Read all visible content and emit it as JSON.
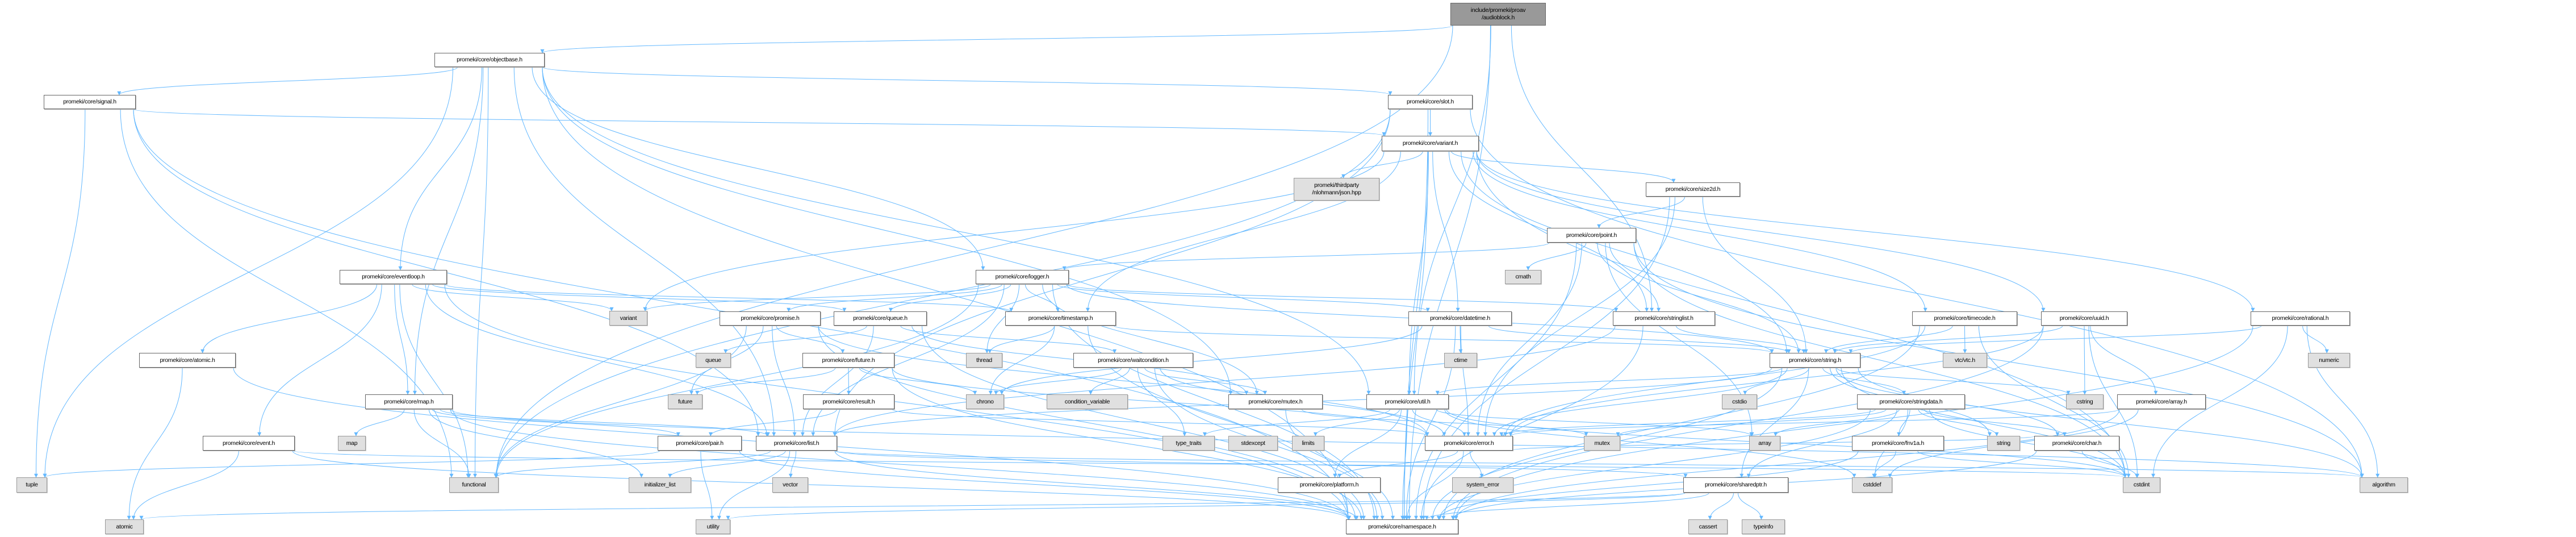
{
  "colors": {
    "edge": "#63b8ff",
    "root_fill": "#999999",
    "external_fill": "#e0e0e0",
    "internal_fill": "#ffffff"
  },
  "nodes": [
    {
      "id": "audioblock",
      "label": "include/promeki/proav\n/audioblock.h",
      "kind": "root"
    },
    {
      "id": "objectbase",
      "label": "promeki/core/objectbase.h",
      "kind": "internal"
    },
    {
      "id": "signal",
      "label": "promeki/core/signal.h",
      "kind": "internal"
    },
    {
      "id": "slot",
      "label": "promeki/core/slot.h",
      "kind": "internal"
    },
    {
      "id": "variant_h",
      "label": "promeki/core/variant.h",
      "kind": "internal"
    },
    {
      "id": "json",
      "label": "promeki/thirdparty\n/nlohmann/json.hpp",
      "kind": "external"
    },
    {
      "id": "size2d",
      "label": "promeki/core/size2d.h",
      "kind": "internal"
    },
    {
      "id": "point",
      "label": "promeki/core/point.h",
      "kind": "internal"
    },
    {
      "id": "eventloop",
      "label": "promeki/core/eventloop.h",
      "kind": "internal"
    },
    {
      "id": "logger",
      "label": "promeki/core/logger.h",
      "kind": "internal"
    },
    {
      "id": "cmath",
      "label": "cmath",
      "kind": "external"
    },
    {
      "id": "variant_std",
      "label": "variant",
      "kind": "external"
    },
    {
      "id": "promise",
      "label": "promeki/core/promise.h",
      "kind": "internal"
    },
    {
      "id": "queue_h",
      "label": "promeki/core/queue.h",
      "kind": "internal"
    },
    {
      "id": "timestamp",
      "label": "promeki/core/timestamp.h",
      "kind": "internal"
    },
    {
      "id": "datetime",
      "label": "promeki/core/datetime.h",
      "kind": "internal"
    },
    {
      "id": "stringlist",
      "label": "promeki/core/stringlist.h",
      "kind": "internal"
    },
    {
      "id": "timecode",
      "label": "promeki/core/timecode.h",
      "kind": "internal"
    },
    {
      "id": "uuid",
      "label": "promeki/core/uuid.h",
      "kind": "internal"
    },
    {
      "id": "rational",
      "label": "promeki/core/rational.h",
      "kind": "internal"
    },
    {
      "id": "atomic_h",
      "label": "promeki/core/atomic.h",
      "kind": "internal"
    },
    {
      "id": "queue_std",
      "label": "queue",
      "kind": "external"
    },
    {
      "id": "future_h",
      "label": "promeki/core/future.h",
      "kind": "internal"
    },
    {
      "id": "thread",
      "label": "thread",
      "kind": "external"
    },
    {
      "id": "waitcondition",
      "label": "promeki/core/waitcondition.h",
      "kind": "internal"
    },
    {
      "id": "ctime",
      "label": "ctime",
      "kind": "external"
    },
    {
      "id": "string_h",
      "label": "promeki/core/string.h",
      "kind": "internal"
    },
    {
      "id": "vtc",
      "label": "vtc/vtc.h",
      "kind": "external"
    },
    {
      "id": "numeric",
      "label": "numeric",
      "kind": "external"
    },
    {
      "id": "map_h",
      "label": "promeki/core/map.h",
      "kind": "internal"
    },
    {
      "id": "future_std",
      "label": "future",
      "kind": "external"
    },
    {
      "id": "result",
      "label": "promeki/core/result.h",
      "kind": "internal"
    },
    {
      "id": "chrono",
      "label": "chrono",
      "kind": "external"
    },
    {
      "id": "condvar",
      "label": "condition_variable",
      "kind": "external"
    },
    {
      "id": "mutex_h",
      "label": "promeki/core/mutex.h",
      "kind": "internal"
    },
    {
      "id": "util",
      "label": "promeki/core/util.h",
      "kind": "internal"
    },
    {
      "id": "cstdio",
      "label": "cstdio",
      "kind": "external"
    },
    {
      "id": "stringdata",
      "label": "promeki/core/stringdata.h",
      "kind": "internal"
    },
    {
      "id": "cstring",
      "label": "cstring",
      "kind": "external"
    },
    {
      "id": "array_h",
      "label": "promeki/core/array.h",
      "kind": "internal"
    },
    {
      "id": "event",
      "label": "promeki/core/event.h",
      "kind": "internal"
    },
    {
      "id": "map_std",
      "label": "map",
      "kind": "external"
    },
    {
      "id": "pair",
      "label": "promeki/core/pair.h",
      "kind": "internal"
    },
    {
      "id": "list",
      "label": "promeki/core/list.h",
      "kind": "internal"
    },
    {
      "id": "type_traits",
      "label": "type_traits",
      "kind": "external"
    },
    {
      "id": "stdexcept",
      "label": "stdexcept",
      "kind": "external"
    },
    {
      "id": "limits",
      "label": "limits",
      "kind": "external"
    },
    {
      "id": "error",
      "label": "promeki/core/error.h",
      "kind": "internal"
    },
    {
      "id": "mutex_std",
      "label": "mutex",
      "kind": "external"
    },
    {
      "id": "array_std",
      "label": "array",
      "kind": "external"
    },
    {
      "id": "fnv1a",
      "label": "promeki/core/fnv1a.h",
      "kind": "internal"
    },
    {
      "id": "string_std",
      "label": "string",
      "kind": "external"
    },
    {
      "id": "char_h",
      "label": "promeki/core/char.h",
      "kind": "internal"
    },
    {
      "id": "tuple",
      "label": "tuple",
      "kind": "external"
    },
    {
      "id": "functional",
      "label": "functional",
      "kind": "external"
    },
    {
      "id": "initializer_list",
      "label": "initializer_list",
      "kind": "external"
    },
    {
      "id": "vector",
      "label": "vector",
      "kind": "external"
    },
    {
      "id": "platform",
      "label": "promeki/core/platform.h",
      "kind": "internal"
    },
    {
      "id": "system_error",
      "label": "system_error",
      "kind": "external"
    },
    {
      "id": "sharedptr",
      "label": "promeki/core/sharedptr.h",
      "kind": "internal"
    },
    {
      "id": "cstddef",
      "label": "cstddef",
      "kind": "external"
    },
    {
      "id": "cstdint",
      "label": "cstdint",
      "kind": "external"
    },
    {
      "id": "algorithm",
      "label": "algorithm",
      "kind": "external"
    },
    {
      "id": "atomic_std",
      "label": "atomic",
      "kind": "external"
    },
    {
      "id": "utility",
      "label": "utility",
      "kind": "external"
    },
    {
      "id": "namespace",
      "label": "promeki/core/namespace.h",
      "kind": "internal"
    },
    {
      "id": "cassert",
      "label": "cassert",
      "kind": "external"
    },
    {
      "id": "typeinfo",
      "label": "typeinfo",
      "kind": "external"
    }
  ],
  "edges": [
    [
      "audioblock",
      "objectbase"
    ],
    [
      "audioblock",
      "functional"
    ],
    [
      "audioblock",
      "stringlist"
    ],
    [
      "audioblock",
      "namespace"
    ],
    [
      "audioblock",
      "util"
    ],
    [
      "objectbase",
      "signal"
    ],
    [
      "objectbase",
      "slot"
    ],
    [
      "objectbase",
      "eventloop"
    ],
    [
      "objectbase",
      "logger"
    ],
    [
      "objectbase",
      "list"
    ],
    [
      "objectbase",
      "map_h"
    ],
    [
      "objectbase",
      "mutex_h"
    ],
    [
      "objectbase",
      "util"
    ],
    [
      "objectbase",
      "tuple"
    ],
    [
      "objectbase",
      "functional"
    ],
    [
      "objectbase",
      "namespace"
    ],
    [
      "signal",
      "variant_h"
    ],
    [
      "signal",
      "tuple"
    ],
    [
      "signal",
      "functional"
    ],
    [
      "signal",
      "list"
    ],
    [
      "signal",
      "namespace"
    ],
    [
      "slot",
      "variant_h"
    ],
    [
      "slot",
      "functional"
    ],
    [
      "slot",
      "algorithm"
    ],
    [
      "slot",
      "namespace"
    ],
    [
      "slot",
      "list"
    ],
    [
      "variant_h",
      "json"
    ],
    [
      "variant_h",
      "size2d"
    ],
    [
      "variant_h",
      "string_h"
    ],
    [
      "variant_h",
      "datetime"
    ],
    [
      "variant_h",
      "timestamp"
    ],
    [
      "variant_h",
      "timecode"
    ],
    [
      "variant_h",
      "uuid"
    ],
    [
      "variant_h",
      "rational"
    ],
    [
      "variant_h",
      "stringlist"
    ],
    [
      "variant_h",
      "util"
    ],
    [
      "variant_h",
      "variant_std"
    ],
    [
      "variant_h",
      "namespace"
    ],
    [
      "variant_h",
      "cstdint"
    ],
    [
      "size2d",
      "point"
    ],
    [
      "size2d",
      "string_h"
    ],
    [
      "size2d",
      "namespace"
    ],
    [
      "size2d",
      "error"
    ],
    [
      "point",
      "logger"
    ],
    [
      "point",
      "cmath"
    ],
    [
      "point",
      "stringlist"
    ],
    [
      "point",
      "string_h"
    ],
    [
      "point",
      "error"
    ],
    [
      "point",
      "namespace"
    ],
    [
      "point",
      "array_std"
    ],
    [
      "point",
      "cstdint"
    ],
    [
      "point",
      "algorithm"
    ],
    [
      "logger",
      "promise"
    ],
    [
      "logger",
      "queue_h"
    ],
    [
      "logger",
      "timestamp"
    ],
    [
      "logger",
      "thread"
    ],
    [
      "logger",
      "mutex_h"
    ],
    [
      "logger",
      "stringlist"
    ],
    [
      "logger",
      "string_h"
    ],
    [
      "logger",
      "datetime"
    ],
    [
      "logger",
      "list"
    ],
    [
      "logger",
      "namespace"
    ],
    [
      "logger",
      "functional"
    ],
    [
      "logger",
      "variant_std"
    ],
    [
      "eventloop",
      "atomic_h"
    ],
    [
      "eventloop",
      "map_h"
    ],
    [
      "eventloop",
      "event"
    ],
    [
      "eventloop",
      "queue_h"
    ],
    [
      "eventloop",
      "list"
    ],
    [
      "eventloop",
      "functional"
    ],
    [
      "eventloop",
      "variant_std"
    ],
    [
      "eventloop",
      "namespace"
    ],
    [
      "eventloop",
      "timestamp"
    ],
    [
      "atomic_h",
      "atomic_std"
    ],
    [
      "atomic_h",
      "namespace"
    ],
    [
      "map_h",
      "map_std"
    ],
    [
      "map_h",
      "list"
    ],
    [
      "map_h",
      "pair"
    ],
    [
      "map_h",
      "initializer_list"
    ],
    [
      "map_h",
      "functional"
    ],
    [
      "map_h",
      "namespace"
    ],
    [
      "map_h",
      "algorithm"
    ],
    [
      "event",
      "atomic_std"
    ],
    [
      "event",
      "namespace"
    ],
    [
      "event",
      "cstdint"
    ],
    [
      "promise",
      "future_h"
    ],
    [
      "promise",
      "future_std"
    ],
    [
      "promise",
      "list"
    ],
    [
      "promise",
      "functional"
    ],
    [
      "promise",
      "namespace"
    ],
    [
      "promise",
      "error"
    ],
    [
      "queue_h",
      "queue_std"
    ],
    [
      "queue_h",
      "waitcondition"
    ],
    [
      "queue_h",
      "mutex_h"
    ],
    [
      "queue_h",
      "list"
    ],
    [
      "queue_h",
      "namespace"
    ],
    [
      "future_h",
      "future_std"
    ],
    [
      "future_h",
      "result"
    ],
    [
      "future_h",
      "chrono"
    ],
    [
      "future_h",
      "error"
    ],
    [
      "future_h",
      "namespace"
    ],
    [
      "result",
      "pair"
    ],
    [
      "result",
      "error"
    ],
    [
      "timestamp",
      "thread"
    ],
    [
      "timestamp",
      "chrono"
    ],
    [
      "timestamp",
      "string_h"
    ],
    [
      "timestamp",
      "namespace"
    ],
    [
      "waitcondition",
      "chrono"
    ],
    [
      "waitcondition",
      "condvar"
    ],
    [
      "waitcondition",
      "mutex_h"
    ],
    [
      "waitcondition",
      "type_traits"
    ],
    [
      "waitcondition",
      "error"
    ],
    [
      "waitcondition",
      "namespace"
    ],
    [
      "mutex_h",
      "mutex_std"
    ],
    [
      "mutex_h",
      "namespace"
    ],
    [
      "list",
      "vector"
    ],
    [
      "list",
      "initializer_list"
    ],
    [
      "list",
      "algorithm"
    ],
    [
      "list",
      "functional"
    ],
    [
      "list",
      "namespace"
    ],
    [
      "list",
      "sharedptr"
    ],
    [
      "list",
      "utility"
    ],
    [
      "pair",
      "utility"
    ],
    [
      "pair",
      "tuple"
    ],
    [
      "pair",
      "namespace"
    ],
    [
      "datetime",
      "ctime"
    ],
    [
      "datetime",
      "error"
    ],
    [
      "datetime",
      "string_h"
    ],
    [
      "datetime",
      "namespace"
    ],
    [
      "datetime",
      "chrono"
    ],
    [
      "stringlist",
      "string_h"
    ],
    [
      "stringlist",
      "list"
    ],
    [
      "stringlist",
      "namespace"
    ],
    [
      "timecode",
      "vtc"
    ],
    [
      "timecode",
      "string_h"
    ],
    [
      "timecode",
      "error"
    ],
    [
      "timecode",
      "cstdint"
    ],
    [
      "timecode",
      "namespace"
    ],
    [
      "uuid",
      "cstring"
    ],
    [
      "uuid",
      "array_h"
    ],
    [
      "uuid",
      "string_h"
    ],
    [
      "uuid",
      "error"
    ],
    [
      "uuid",
      "cstdint"
    ],
    [
      "uuid",
      "namespace"
    ],
    [
      "rational",
      "numeric"
    ],
    [
      "rational",
      "algorithm"
    ],
    [
      "rational",
      "string_h"
    ],
    [
      "rational",
      "cstdint"
    ],
    [
      "rational",
      "namespace"
    ],
    [
      "string_h",
      "util"
    ],
    [
      "string_h",
      "stringdata"
    ],
    [
      "string_h",
      "cstdio"
    ],
    [
      "string_h",
      "char_h"
    ],
    [
      "string_h",
      "string_std"
    ],
    [
      "string_h",
      "sharedptr"
    ],
    [
      "string_h",
      "error"
    ],
    [
      "string_h",
      "list"
    ],
    [
      "string_h",
      "namespace"
    ],
    [
      "string_h",
      "cstring"
    ],
    [
      "string_h",
      "cstdint"
    ],
    [
      "string_h",
      "algorithm"
    ],
    [
      "util",
      "error"
    ],
    [
      "util",
      "platform"
    ],
    [
      "util",
      "limits"
    ],
    [
      "util",
      "namespace"
    ],
    [
      "util",
      "array_std"
    ],
    [
      "util",
      "cstdint"
    ],
    [
      "util",
      "type_traits"
    ],
    [
      "util",
      "cstddef"
    ],
    [
      "stringdata",
      "fnv1a"
    ],
    [
      "stringdata",
      "sharedptr"
    ],
    [
      "stringdata",
      "char_h"
    ],
    [
      "stringdata",
      "string_std"
    ],
    [
      "stringdata",
      "error"
    ],
    [
      "stringdata",
      "mutex_std"
    ],
    [
      "stringdata",
      "array_std"
    ],
    [
      "stringdata",
      "cstddef"
    ],
    [
      "stringdata",
      "cstdint"
    ],
    [
      "stringdata",
      "namespace"
    ],
    [
      "fnv1a",
      "cstddef"
    ],
    [
      "fnv1a",
      "cstdint"
    ],
    [
      "fnv1a",
      "namespace"
    ],
    [
      "char_h",
      "cstdint"
    ],
    [
      "char_h",
      "namespace"
    ],
    [
      "char_h",
      "error"
    ],
    [
      "array_h",
      "namespace"
    ],
    [
      "array_h",
      "cstddef"
    ],
    [
      "array_h",
      "error"
    ],
    [
      "error",
      "system_error"
    ],
    [
      "error",
      "platform"
    ],
    [
      "error",
      "namespace"
    ],
    [
      "sharedptr",
      "cassert"
    ],
    [
      "sharedptr",
      "typeinfo"
    ],
    [
      "sharedptr",
      "atomic_std"
    ],
    [
      "sharedptr",
      "utility"
    ],
    [
      "sharedptr",
      "namespace"
    ]
  ]
}
